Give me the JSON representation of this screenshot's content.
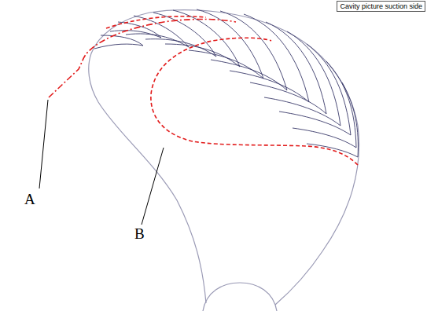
{
  "diagram": {
    "nodes": [
      {
        "text": [
          "Cavity picture suction side"
        ]
      }
    ],
    "labels": [
      "A",
      "B"
    ]
  }
}
